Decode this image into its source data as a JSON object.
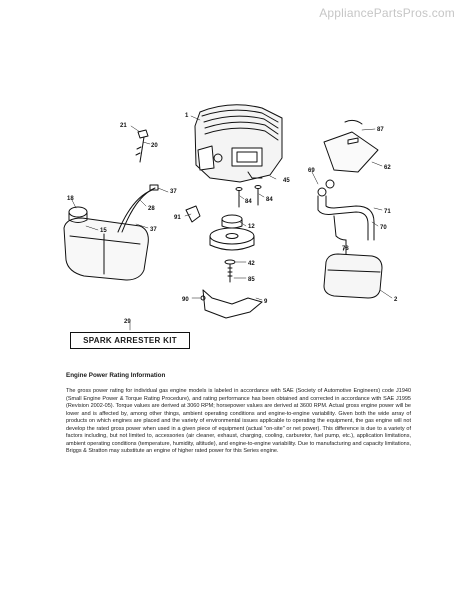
{
  "watermark": "AppliancePartsPros.com",
  "callouts": {
    "c1": "1",
    "c2": "2",
    "c9": "9",
    "c12": "12",
    "c15": "15",
    "c18": "18",
    "c20": "20",
    "c21": "21",
    "c28": "28",
    "c29": "29",
    "c37a": "37",
    "c37b": "37",
    "c42": "42",
    "c45": "45",
    "c62": "62",
    "c69": "69",
    "c70": "70",
    "c71": "71",
    "c78": "78",
    "c84a": "84",
    "c84b": "84",
    "c85": "85",
    "c87": "87",
    "c90": "90",
    "c91": "91"
  },
  "kit_label": "SPARK ARRESTER KIT",
  "rating": {
    "title": "Engine Power Rating Information",
    "body": "The gross power rating for individual gas engine models is labeled in accordance with SAE (Society of Automotive Engineers) code J1940 (Small Engine Power & Torque Rating Procedure), and rating performance has been obtained and corrected in accordance with SAE J1995 (Revision 2002-05). Torque values are derived at 3060 RPM; horsepower values are derived at 3600 RPM. Actual gross engine power will be lower and is affected by, among other things, ambient operating conditions and engine-to-engine variability. Given both the wide array of products on which engines are placed and the variety of environmental issues applicable to operating the equipment, the gas engine will not develop the rated gross power when used in a given piece of equipment (actual \"on-site\" or net power). This difference is due to a variety of factors including, but not limited to, accessories (air cleaner, exhaust, charging, cooling, carburetor, fuel pump, etc.), application limitations, ambient operating conditions (temperature, humidity, altitude), and engine-to-engine variability. Due to manufacturing and capacity limitations, Briggs & Stratton may substitute an engine of higher rated power for this Series engine."
  }
}
